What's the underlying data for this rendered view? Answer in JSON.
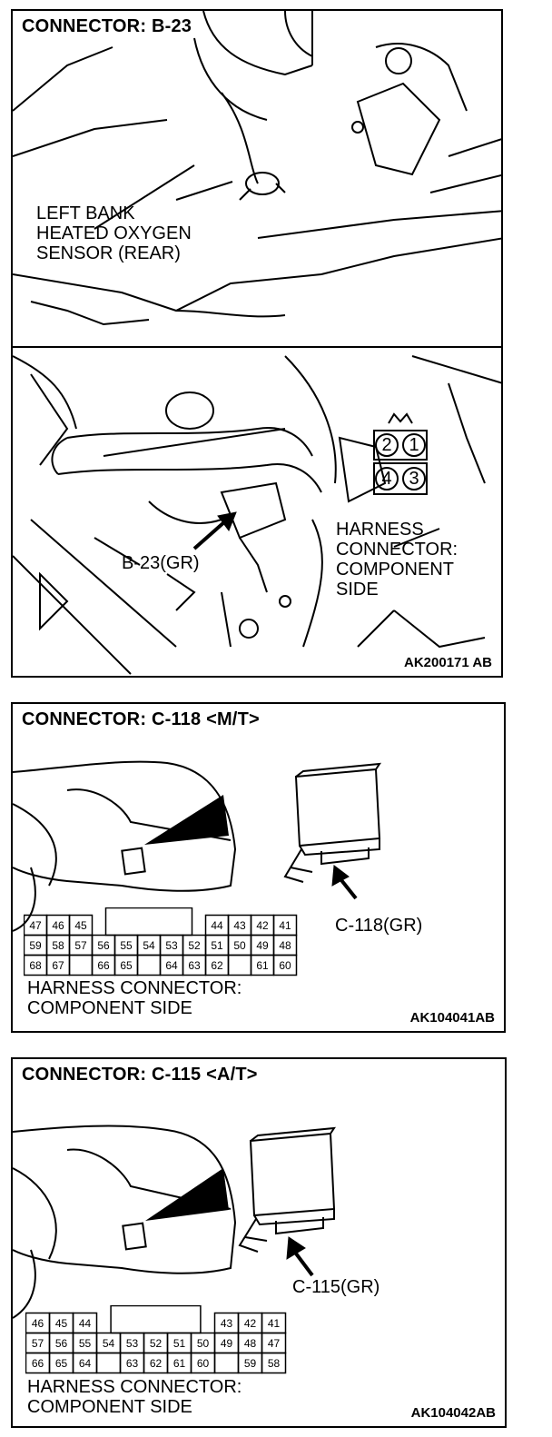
{
  "panels": [
    {
      "title": "CONNECTOR: B-23",
      "sensor_label": "LEFT BANK\nHEATED OXYGEN\nSENSOR (REAR)",
      "connector_callout": "B-23(GR)",
      "harness_label": "HARNESS\nCONNECTOR:\nCOMPONENT\nSIDE",
      "pins": [
        "2",
        "1",
        "4",
        "3"
      ],
      "code": "AK200171 AB"
    },
    {
      "title": "CONNECTOR: C-118 <M/T>",
      "connector_callout": "C-118(GR)",
      "harness_label": "HARNESS CONNECTOR:\nCOMPONENT SIDE",
      "pin_rows": [
        [
          "47",
          "46",
          "45",
          "",
          "",
          "",
          "",
          "",
          "44",
          "43",
          "42",
          "41"
        ],
        [
          "59",
          "58",
          "57",
          "56",
          "55",
          "54",
          "53",
          "52",
          "51",
          "50",
          "49",
          "48"
        ],
        [
          "68",
          "67",
          "",
          "66",
          "65",
          "",
          "64",
          "63",
          "62",
          "",
          "61",
          "60"
        ]
      ],
      "code": "AK104041AB"
    },
    {
      "title": "CONNECTOR: C-115 <A/T>",
      "connector_callout": "C-115(GR)",
      "harness_label": "HARNESS CONNECTOR:\nCOMPONENT SIDE",
      "pin_rows": [
        [
          "46",
          "45",
          "44",
          "",
          "",
          "",
          "",
          "",
          "43",
          "42",
          "41"
        ],
        [
          "57",
          "56",
          "55",
          "54",
          "53",
          "52",
          "51",
          "50",
          "49",
          "48",
          "47"
        ],
        [
          "66",
          "65",
          "64",
          "",
          "63",
          "62",
          "61",
          "60",
          "",
          "59",
          "58"
        ]
      ],
      "code": "AK104042AB"
    }
  ]
}
